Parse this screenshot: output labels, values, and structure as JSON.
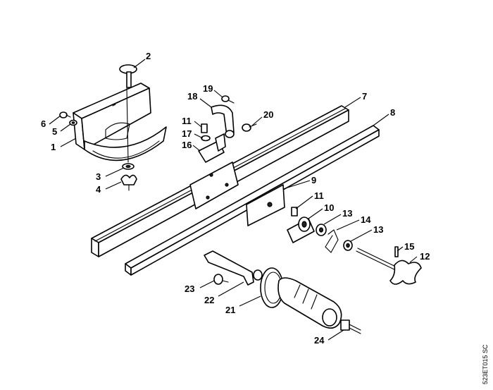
{
  "diagram_code": "523ET015 SC",
  "callouts": [
    {
      "id": "2",
      "label": "2"
    },
    {
      "id": "19",
      "label": "19"
    },
    {
      "id": "18",
      "label": "18"
    },
    {
      "id": "7",
      "label": "7"
    },
    {
      "id": "8",
      "label": "8"
    },
    {
      "id": "6",
      "label": "6"
    },
    {
      "id": "5",
      "label": "5"
    },
    {
      "id": "1",
      "label": "1"
    },
    {
      "id": "11a",
      "label": "11"
    },
    {
      "id": "17",
      "label": "17"
    },
    {
      "id": "16",
      "label": "16"
    },
    {
      "id": "20",
      "label": "20"
    },
    {
      "id": "3",
      "label": "3"
    },
    {
      "id": "4",
      "label": "4"
    },
    {
      "id": "9",
      "label": "9"
    },
    {
      "id": "11b",
      "label": "11"
    },
    {
      "id": "10",
      "label": "10"
    },
    {
      "id": "13a",
      "label": "13"
    },
    {
      "id": "14",
      "label": "14"
    },
    {
      "id": "13b",
      "label": "13"
    },
    {
      "id": "15",
      "label": "15"
    },
    {
      "id": "12",
      "label": "12"
    },
    {
      "id": "23",
      "label": "23"
    },
    {
      "id": "22",
      "label": "22"
    },
    {
      "id": "21",
      "label": "21"
    },
    {
      "id": "24",
      "label": "24"
    }
  ]
}
